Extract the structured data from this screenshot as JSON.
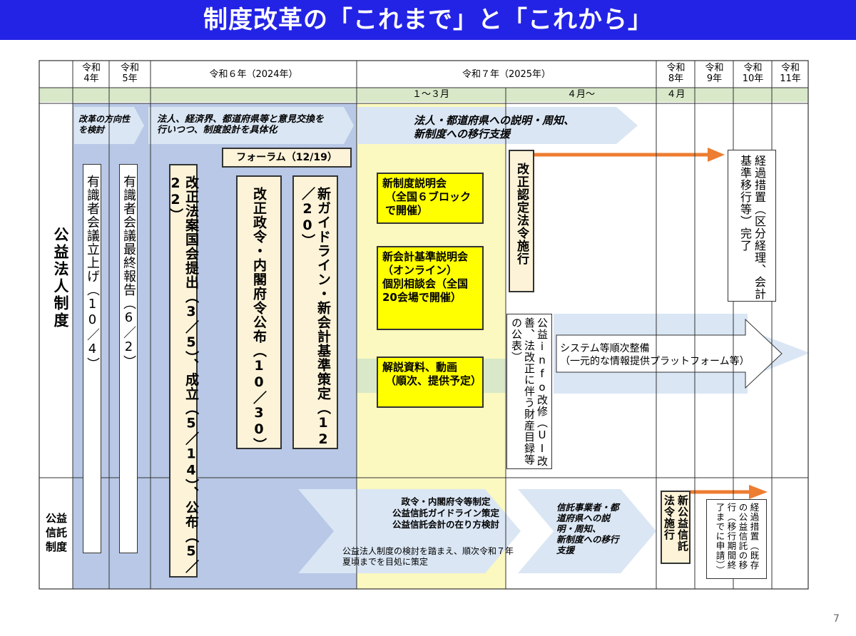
{
  "title": "制度改革の「これまで」と「これから」",
  "page_number": "7",
  "years": {
    "r4": "令和\n4年",
    "r5": "令和\n5年",
    "r6": "令和６年（2024年）",
    "r7": "令和７年（2025年）",
    "r8": "令和\n8年",
    "r9": "令和\n9年",
    "r10": "令和\n10年",
    "r11": "令和\n11年"
  },
  "sub_periods": {
    "q1": "１～３月",
    "apr": "４月～",
    "r8_apr": "４月"
  },
  "row_labels": {
    "koueki_houjin": "公益法人制度",
    "koueki_shintaku": "公益信託制度"
  },
  "arrows": {
    "direction": "改革の方向性\nを検討",
    "exchange": "法人、経済界、都道府県等と意見交換を\n行いつつ、制度設計を具体化",
    "explain": "法人・都道府県への説明・周知、\n新制度への移行支援",
    "system": "システム等順次整備\n（一元的な情報提供プラットフォーム等）",
    "trust_main": "政令・内閣府令等制定\n公益信託ガイドライン策定\n公益信託会計の在り方検討",
    "trust_note": "公益法人制度の検討を踏まえ、順次令和７年\n夏頃までを目処に策定",
    "trust_support": "信託事業者・都\n道府県への説\n明・周知、\n新制度への移行\n支援"
  },
  "forum": "フォーラム（12/19）",
  "vertical_boxes": {
    "experts_launch": "有識者会議立上げ（10／4）",
    "experts_report": "有識者会議最終報告（6／2）",
    "bill": "改正法案国会提出（3／5）、成立（5／14）、公布（5／22）",
    "cabinet_order": "改正政令・内閣府令公布（10／30）",
    "guideline": "新ガイドライン・新会計基準策定（12／20）",
    "act_enforce": "改正認定法令施行",
    "koueki_info": "公益info改修（UI改善、法改正に伴う財産目録等の公表）",
    "transition": "経過措置（区分経理、会計基準移行等）完了",
    "trust_enforce": "新公益信託法令施行",
    "trust_transition": "経過措置（既存の公益信託の移行（移行期間終了までに申請））"
  },
  "yellow_boxes": {
    "briefing_title": "新制度説明会",
    "briefing_sub": "（全国６ブロックで開催）",
    "accounting_title": "新会計基準説明会（オンライン）",
    "accounting_sub": "個別相談会（全国20会場で開催）",
    "materials_title": "解説資料、動画",
    "materials_sub": "（順次、提供予定）"
  },
  "colors": {
    "title_bar": "#2323e6",
    "blue_band": "#b8c8e6",
    "yellow_band": "#fbf8c0",
    "green_band": "#d8e8c8",
    "arrow_fill": "#dae6f4",
    "highlight_yellow": "#ffff00",
    "cream_box": "#fdf3d8",
    "orange_arrow": "#ed7d31"
  }
}
